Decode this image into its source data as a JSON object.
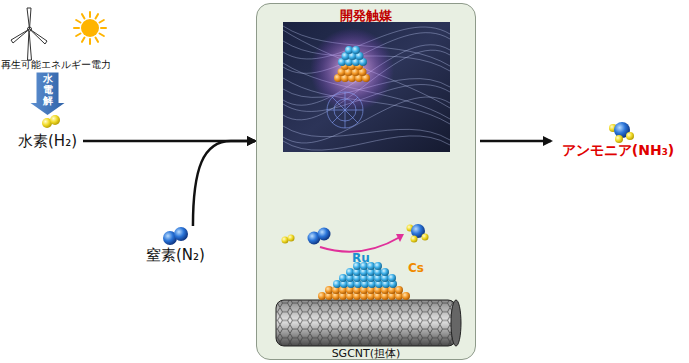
{
  "diagram": {
    "nodes": [
      {
        "text": [
          "再生可能エネルギー電力"
        ]
      },
      {
        "text": [
          "水素(H₂)"
        ]
      },
      {
        "text": [
          "窒素(N₂)"
        ]
      },
      {
        "text": [
          "開発触媒"
        ]
      },
      {
        "text": [
          "アンモニア(NH₃)"
        ]
      }
    ],
    "edges": [
      {
        "from": 0,
        "to": 1,
        "label": "水電解",
        "arrow": "to"
      },
      {
        "from": 1,
        "to": 3,
        "arrow": "to"
      },
      {
        "from": 2,
        "to": 3,
        "arrow": "to"
      },
      {
        "from": 3,
        "to": 4,
        "arrow": "to"
      }
    ],
    "labels": [
      "Ru",
      "Cs",
      "SGCNT(担体)"
    ]
  }
}
